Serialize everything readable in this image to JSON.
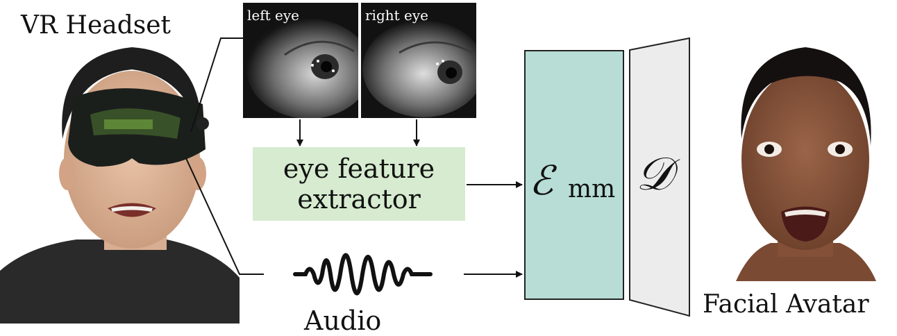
{
  "labels": {
    "vr_headset": "VR Headset",
    "left_eye": "left eye",
    "right_eye": "right eye",
    "extractor_line1": "eye feature",
    "extractor_line2": "extractor",
    "audio": "Audio",
    "encoder_symbol": "ℰ",
    "encoder_subscript": "mm",
    "decoder_symbol": "𝒟",
    "facial_avatar": "Facial Avatar"
  },
  "colors": {
    "extractor_fill": "#d6ebcf",
    "encoder_fill": "#b7ddd6",
    "decoder_fill": "#ececec",
    "stroke": "#222222"
  }
}
